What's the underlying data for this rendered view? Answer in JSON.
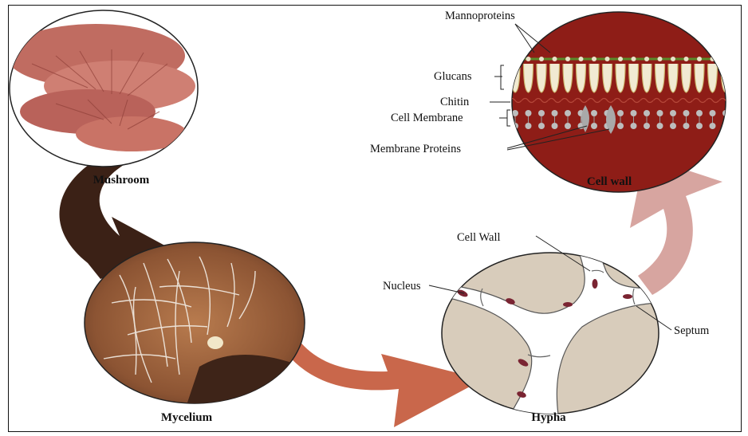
{
  "captions": {
    "mushroom": "Mushroom",
    "mycelium": "Mycelium",
    "hypha": "Hypha",
    "cell_wall": "Cell wall"
  },
  "hypha_labels": {
    "cell_wall": "Cell Wall",
    "nucleus": "Nucleus",
    "septum": "Septum"
  },
  "wall_labels": {
    "mannoproteins": "Mannoproteins",
    "glucans": "Glucans",
    "chitin": "Chitin",
    "cell_membrane": "Cell Membrane",
    "membrane_proteins": "Membrane Proteins"
  },
  "colors": {
    "arrow_mushroom_to_mycelium": "#3b2116",
    "arrow_mycelium_to_hypha": "#c9674b",
    "arrow_hypha_to_cellwall": "#d7a5a0",
    "cell_wall_fill": "#8e1d17",
    "hypha_fill": "#d8ccbb",
    "nucleus": "#7a2432"
  }
}
